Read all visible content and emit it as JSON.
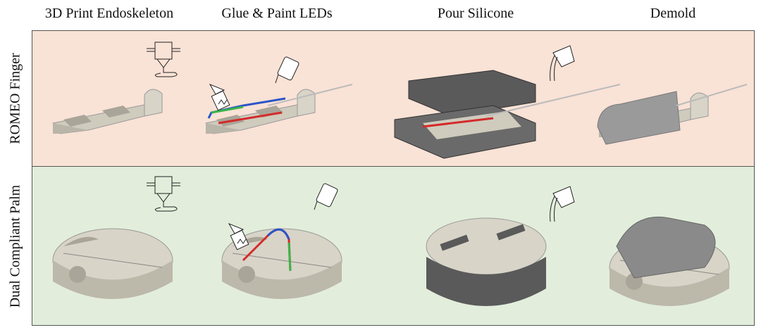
{
  "columns": [
    "3D Print Endoskeleton",
    "Glue & Paint LEDs",
    "Pour Silicone",
    "Demold"
  ],
  "rows": [
    "ROMEO Finger",
    "Dual Compliant Palm"
  ],
  "colors": {
    "row1_bg": "#f9e2d6",
    "row2_bg": "#e2eedb",
    "part": "#d8d4c8",
    "mold": "#5a5a5a",
    "led_red": "#d42a2a",
    "led_green": "#3bb54a",
    "led_blue": "#2a55c8"
  }
}
